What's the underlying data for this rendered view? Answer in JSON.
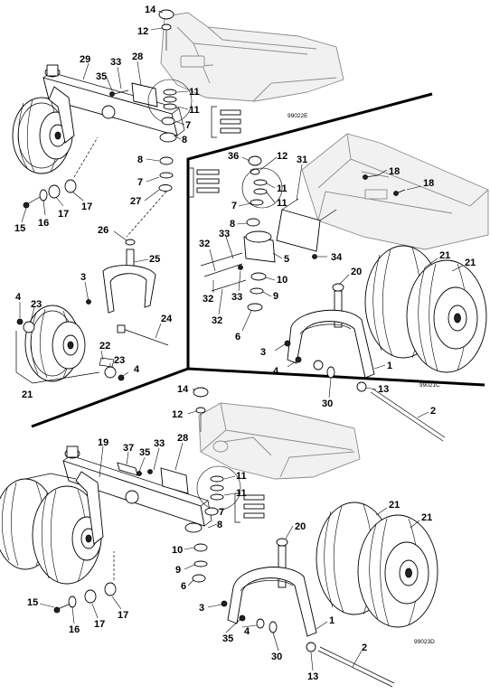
{
  "figure_codes": {
    "upper_left": "99022E",
    "middle_right": "99021C",
    "lower": "99023D"
  },
  "callouts": {
    "upper_left": [
      {
        "id": "c-ul-14",
        "text": "14"
      },
      {
        "id": "c-ul-12",
        "text": "12"
      },
      {
        "id": "c-ul-29",
        "text": "29"
      },
      {
        "id": "c-ul-33",
        "text": "33"
      },
      {
        "id": "c-ul-28",
        "text": "28"
      },
      {
        "id": "c-ul-35",
        "text": "35"
      },
      {
        "id": "c-ul-11a",
        "text": "11"
      },
      {
        "id": "c-ul-11b",
        "text": "11"
      },
      {
        "id": "c-ul-7a",
        "text": "7"
      },
      {
        "id": "c-ul-8a",
        "text": "8"
      },
      {
        "id": "c-ul-8b",
        "text": "8"
      },
      {
        "id": "c-ul-7b",
        "text": "7"
      },
      {
        "id": "c-ul-27",
        "text": "27"
      },
      {
        "id": "c-ul-15",
        "text": "15"
      },
      {
        "id": "c-ul-16",
        "text": "16"
      },
      {
        "id": "c-ul-17a",
        "text": "17"
      },
      {
        "id": "c-ul-17b",
        "text": "17"
      },
      {
        "id": "c-ul-26",
        "text": "26"
      },
      {
        "id": "c-ul-25",
        "text": "25"
      },
      {
        "id": "c-ul-3",
        "text": "3"
      },
      {
        "id": "c-ul-4a",
        "text": "4"
      },
      {
        "id": "c-ul-23a",
        "text": "23"
      },
      {
        "id": "c-ul-24",
        "text": "24"
      },
      {
        "id": "c-ul-22",
        "text": "22"
      },
      {
        "id": "c-ul-23b",
        "text": "23"
      },
      {
        "id": "c-ul-4b",
        "text": "4"
      },
      {
        "id": "c-ul-21",
        "text": "21"
      }
    ],
    "middle_right": [
      {
        "id": "c-mr-36",
        "text": "36"
      },
      {
        "id": "c-mr-12",
        "text": "12"
      },
      {
        "id": "c-mr-31",
        "text": "31"
      },
      {
        "id": "c-mr-18a",
        "text": "18"
      },
      {
        "id": "c-mr-18b",
        "text": "18"
      },
      {
        "id": "c-mr-11a",
        "text": "11"
      },
      {
        "id": "c-mr-11b",
        "text": "11"
      },
      {
        "id": "c-mr-7",
        "text": "7"
      },
      {
        "id": "c-mr-8",
        "text": "8"
      },
      {
        "id": "c-mr-33a",
        "text": "33"
      },
      {
        "id": "c-mr-32a",
        "text": "32"
      },
      {
        "id": "c-mr-5",
        "text": "5"
      },
      {
        "id": "c-mr-34",
        "text": "34"
      },
      {
        "id": "c-mr-21a",
        "text": "21"
      },
      {
        "id": "c-mr-21b",
        "text": "21"
      },
      {
        "id": "c-mr-20",
        "text": "20"
      },
      {
        "id": "c-mr-32b",
        "text": "32"
      },
      {
        "id": "c-mr-33b",
        "text": "33"
      },
      {
        "id": "c-mr-10",
        "text": "10"
      },
      {
        "id": "c-mr-9",
        "text": "9"
      },
      {
        "id": "c-mr-32c",
        "text": "32"
      },
      {
        "id": "c-mr-6",
        "text": "6"
      },
      {
        "id": "c-mr-3",
        "text": "3"
      },
      {
        "id": "c-mr-4",
        "text": "4"
      },
      {
        "id": "c-mr-1",
        "text": "1"
      },
      {
        "id": "c-mr-30",
        "text": "30"
      },
      {
        "id": "c-mr-13",
        "text": "13"
      },
      {
        "id": "c-mr-2",
        "text": "2"
      }
    ],
    "lower": [
      {
        "id": "c-lo-14",
        "text": "14"
      },
      {
        "id": "c-lo-12",
        "text": "12"
      },
      {
        "id": "c-lo-19",
        "text": "19"
      },
      {
        "id": "c-lo-37",
        "text": "37"
      },
      {
        "id": "c-lo-35a",
        "text": "35"
      },
      {
        "id": "c-lo-33",
        "text": "33"
      },
      {
        "id": "c-lo-28",
        "text": "28"
      },
      {
        "id": "c-lo-11a",
        "text": "11"
      },
      {
        "id": "c-lo-11b",
        "text": "11"
      },
      {
        "id": "c-lo-7",
        "text": "7"
      },
      {
        "id": "c-lo-8",
        "text": "8"
      },
      {
        "id": "c-lo-21a",
        "text": "21"
      },
      {
        "id": "c-lo-21b",
        "text": "21"
      },
      {
        "id": "c-lo-20",
        "text": "20"
      },
      {
        "id": "c-lo-10",
        "text": "10"
      },
      {
        "id": "c-lo-9",
        "text": "9"
      },
      {
        "id": "c-lo-6",
        "text": "6"
      },
      {
        "id": "c-lo-15",
        "text": "15"
      },
      {
        "id": "c-lo-16",
        "text": "16"
      },
      {
        "id": "c-lo-17a",
        "text": "17"
      },
      {
        "id": "c-lo-17b",
        "text": "17"
      },
      {
        "id": "c-lo-3",
        "text": "3"
      },
      {
        "id": "c-lo-35b",
        "text": "35"
      },
      {
        "id": "c-lo-4",
        "text": "4"
      },
      {
        "id": "c-lo-1",
        "text": "1"
      },
      {
        "id": "c-lo-30",
        "text": "30"
      },
      {
        "id": "c-lo-2",
        "text": "2"
      },
      {
        "id": "c-lo-13",
        "text": "13"
      }
    ]
  }
}
